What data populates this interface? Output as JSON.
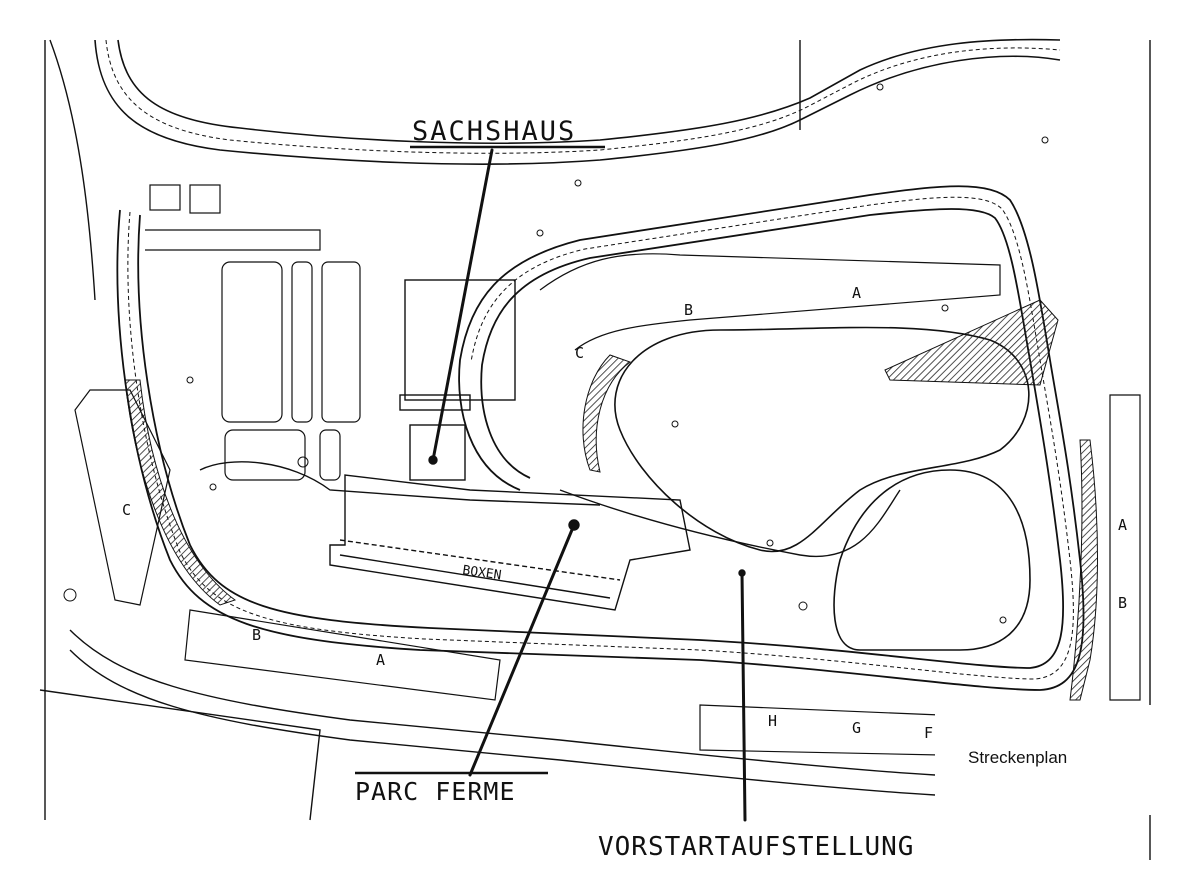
{
  "labels": {
    "sachshaus": "SACHSHAUS",
    "parc_ferme": "PARC FERME",
    "vorstartaufstellung": "VORSTARTAUFSTELLUNG",
    "boxen": "BOXEN",
    "legend": "Streckenplan"
  },
  "sections": {
    "grandstand_a_1": "A",
    "grandstand_b_1": "B",
    "grandstand_c_1": "C",
    "grandstand_c_2": "C",
    "grandstand_b_2": "B",
    "grandstand_a_2": "A",
    "grandstand_a_3": "A",
    "grandstand_b_3": "B",
    "grandstand_h": "H",
    "grandstand_g": "G",
    "grandstand_f": "F"
  },
  "colors": {
    "ink": "#111111",
    "paper": "#ffffff"
  }
}
